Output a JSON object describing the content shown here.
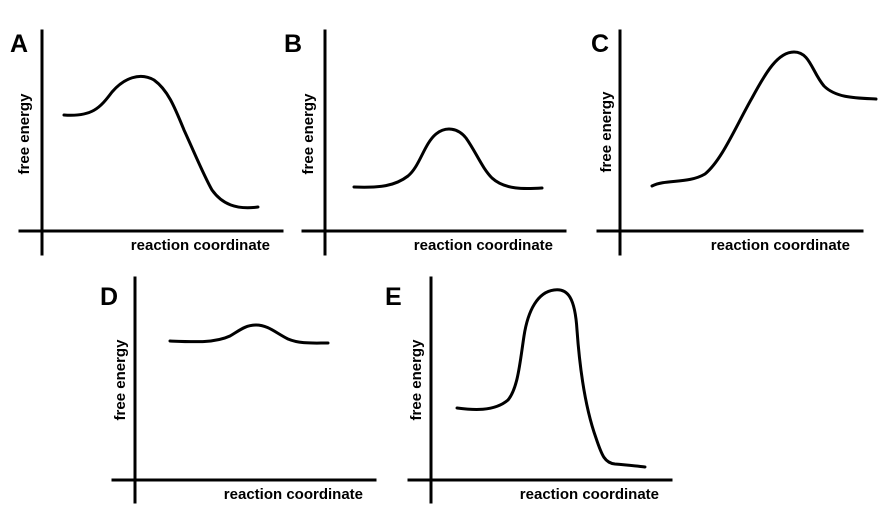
{
  "panels": [
    {
      "id": "A",
      "xlabel": "reaction coordinate",
      "ylabel": "free energy"
    },
    {
      "id": "B",
      "xlabel": "reaction coordinate",
      "ylabel": "free energy"
    },
    {
      "id": "C",
      "xlabel": "reaction coordinate",
      "ylabel": "free energy"
    },
    {
      "id": "D",
      "xlabel": "reaction coordinate",
      "ylabel": "free energy"
    },
    {
      "id": "E",
      "xlabel": "reaction coordinate",
      "ylabel": "free energy"
    }
  ]
}
